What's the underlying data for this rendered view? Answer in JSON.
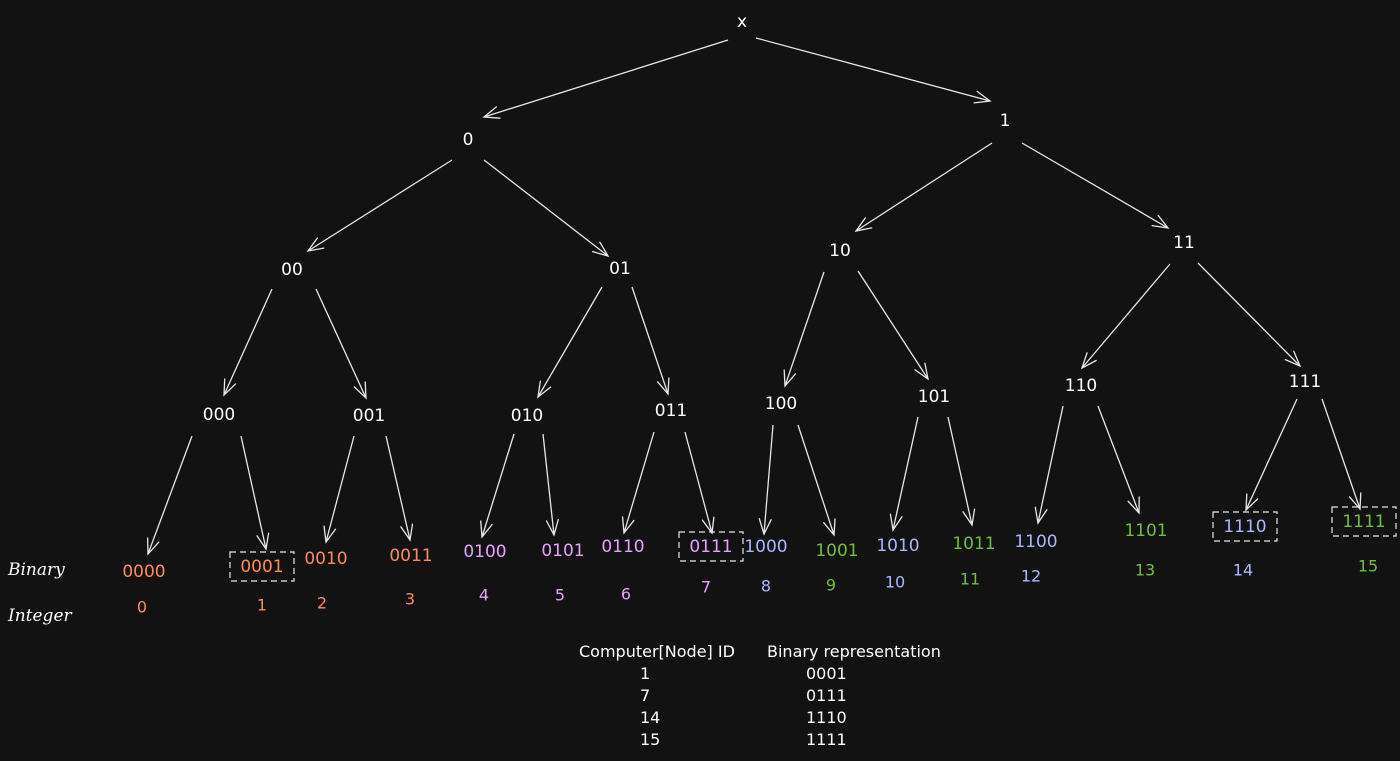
{
  "colors": {
    "background": "#121212",
    "white": "#ffffff",
    "orange": "#ff8a5b",
    "pink": "#e8a0ff",
    "blue": "#a9b8ff",
    "green": "#6fbf3a"
  },
  "row_labels": {
    "binary": "Binary",
    "integer": "Integer"
  },
  "tree": {
    "root": "x",
    "level1": [
      "0",
      "1"
    ],
    "level2": [
      "00",
      "01",
      "10",
      "11"
    ],
    "level3": [
      "000",
      "001",
      "010",
      "011",
      "100",
      "101",
      "110",
      "111"
    ]
  },
  "leaves": [
    {
      "binary": "0000",
      "integer": "0",
      "color": "orange",
      "selected": false
    },
    {
      "binary": "0001",
      "integer": "1",
      "color": "orange",
      "selected": true
    },
    {
      "binary": "0010",
      "integer": "2",
      "color": "orange",
      "selected": false
    },
    {
      "binary": "0011",
      "integer": "3",
      "color": "orange",
      "selected": false
    },
    {
      "binary": "0100",
      "integer": "4",
      "color": "pink",
      "selected": false
    },
    {
      "binary": "0101",
      "integer": "5",
      "color": "pink",
      "selected": false
    },
    {
      "binary": "0110",
      "integer": "6",
      "color": "pink",
      "selected": false
    },
    {
      "binary": "0111",
      "integer": "7",
      "color": "pink",
      "selected": true
    },
    {
      "binary": "1000",
      "integer": "8",
      "color": "blue",
      "selected": false
    },
    {
      "binary": "1001",
      "integer": "9",
      "color": "green",
      "selected": false
    },
    {
      "binary": "1010",
      "integer": "10",
      "color": "blue",
      "selected": false
    },
    {
      "binary": "1011",
      "integer": "11",
      "color": "green",
      "selected": false
    },
    {
      "binary": "1100",
      "integer": "12",
      "color": "blue",
      "selected": false
    },
    {
      "binary": "1101",
      "integer": "13",
      "color": "green",
      "selected": false
    },
    {
      "binary": "1110",
      "integer": "14",
      "color": "blue",
      "selected": true
    },
    {
      "binary": "1111",
      "integer": "15",
      "color": "green",
      "selected": true
    }
  ],
  "table": {
    "headers": [
      "Computer[Node] ID",
      "Binary representation"
    ],
    "rows": [
      [
        "1",
        "0001"
      ],
      [
        "7",
        "0111"
      ],
      [
        "14",
        "1110"
      ],
      [
        "15",
        "1111"
      ]
    ]
  }
}
